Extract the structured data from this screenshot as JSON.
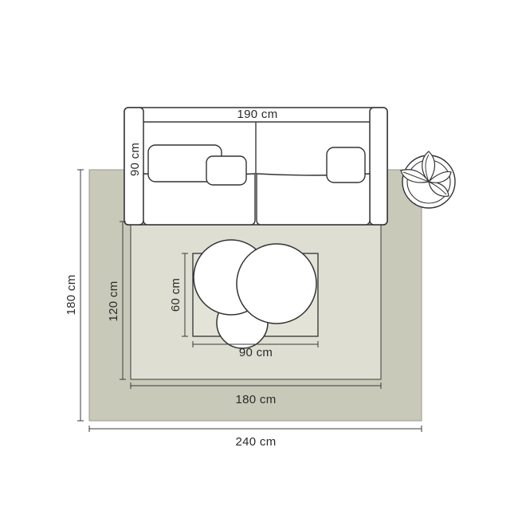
{
  "diagram": {
    "dimensions": {
      "sofa_width": "190 cm",
      "sofa_depth": "90 cm",
      "rug_outer_width": "240 cm",
      "rug_outer_depth": "180 cm",
      "rug_inner_width": "180 cm",
      "rug_inner_depth": "120 cm",
      "table_rug_width": "90 cm",
      "table_rug_depth": "60 cm"
    },
    "colors": {
      "outer_rug": "#c9c9b9",
      "inner_rug": "#dedfd2",
      "table_rug": "#e3e3d7",
      "outline": "#333333"
    },
    "icons": {
      "plant": "potted-plant-icon"
    }
  }
}
